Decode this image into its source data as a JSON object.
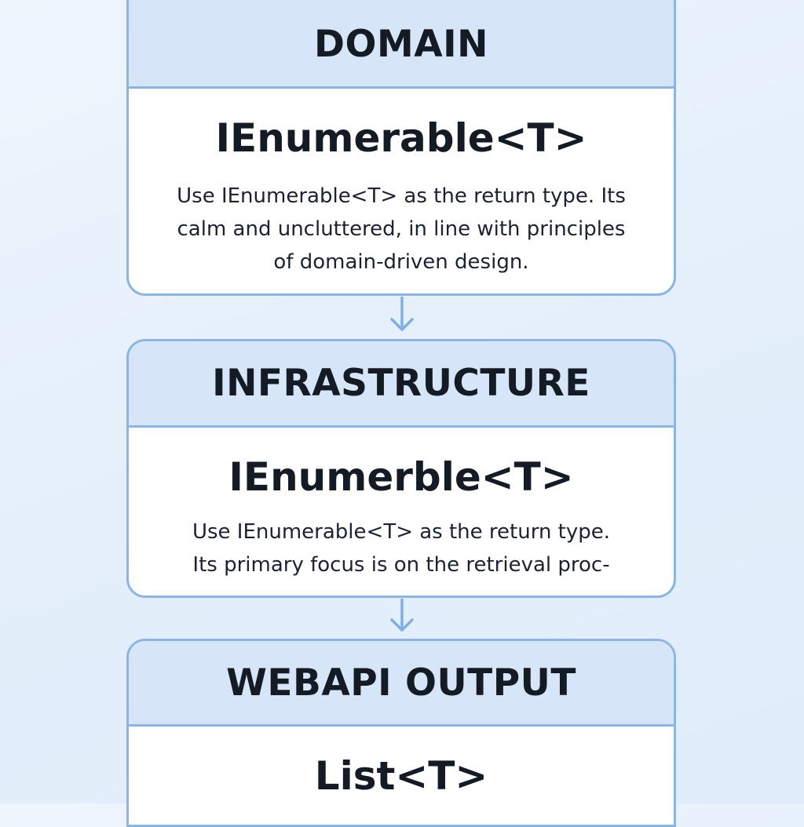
{
  "layers": [
    {
      "title": "DOMAIN",
      "type_name": "IEnumerable<T>",
      "description_lines": [
        "Use IEnumerable<T> as the return type. Its",
        "calm and uncluttered, in line with principles",
        "of domain-driven design."
      ]
    },
    {
      "title": "INFRASTRUCTURE",
      "type_name": "IEnumerble<T>",
      "description_lines": [
        "Use IEnumerable<T> as the return type.",
        "Its primary focus is on the retrieval proc-"
      ]
    },
    {
      "title": "WEBAPI OUTPUT",
      "type_name": "List<T>"
    }
  ],
  "colors": {
    "background": "#e6f0fb",
    "card_border": "#8cb6e0",
    "header_fill": "#d6e6f8",
    "arrow": "#7fb0e0",
    "text": "#141b24"
  }
}
